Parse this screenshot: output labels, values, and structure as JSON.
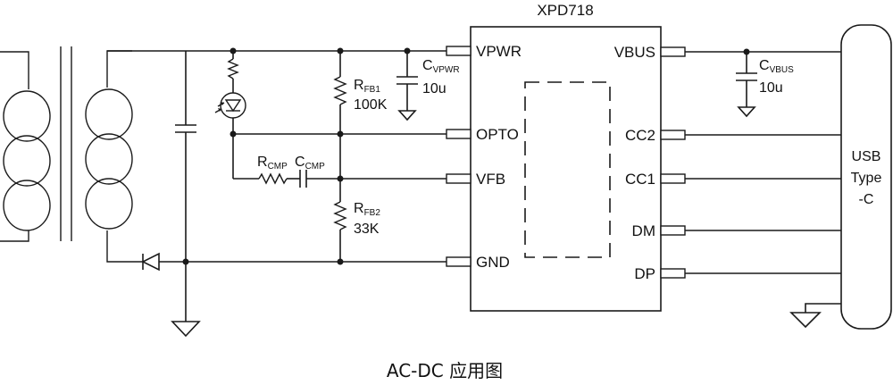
{
  "chip": {
    "name": "XPD718",
    "left_pins": [
      "VPWR",
      "OPTO",
      "VFB",
      "GND"
    ],
    "right_pins": [
      "VBUS",
      "CC2",
      "CC1",
      "DM",
      "DP"
    ]
  },
  "components": {
    "c_vpwr": {
      "letter": "C",
      "sub": "VPWR",
      "value": "10u"
    },
    "r_fb1": {
      "letter": "R",
      "sub": "FB1",
      "value": "100K"
    },
    "r_fb2": {
      "letter": "R",
      "sub": "FB2",
      "value": "33K"
    },
    "r_cmp": {
      "letter": "R",
      "sub": "CMP"
    },
    "c_cmp": {
      "letter": "C",
      "sub": "CMP"
    },
    "c_vbus": {
      "letter": "C",
      "sub": "VBUS",
      "value": "10u"
    }
  },
  "connector": {
    "line1": "USB",
    "line2": "Type",
    "line3": "-C"
  },
  "caption": "AC-DC 应用图"
}
